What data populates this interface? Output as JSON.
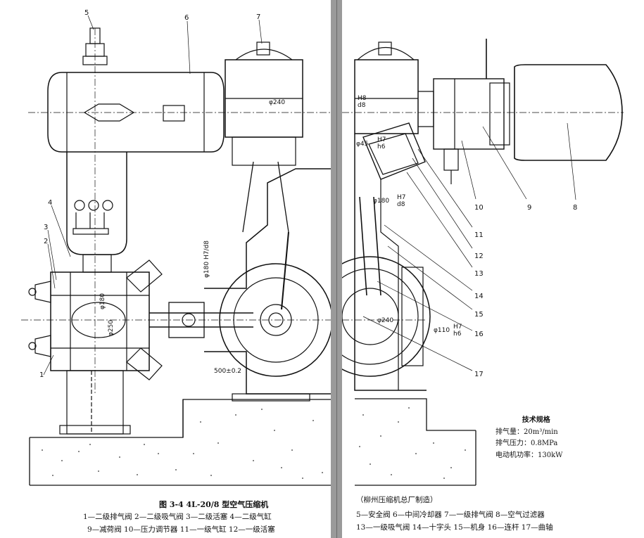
{
  "left_page": {
    "figure_title": "图 3-4   4L-20/8 型空气压缩机",
    "legend_line_1": "1—二级排气阀   2—二级吸气阀   3—二级活塞   4—二级气缸",
    "legend_line_2": "9—减荷阀   10—压力调节器   11—一级气缸   12—一级活塞",
    "part_numbers": [
      "5",
      "6",
      "7",
      "4",
      "3",
      "2",
      "1"
    ],
    "dimensions": {
      "phi240": "φ240",
      "phi180": "φ180",
      "fit_h7": "H7",
      "fit_d8": "d8",
      "phi180_frac": "φ180 H7/d8",
      "phi250": "φ250",
      "phi180_top": "φ180",
      "span": "500±0.2"
    }
  },
  "right_page": {
    "maker": "（柳州压缩机总厂制造）",
    "legend_line_1": "5—安全阀   6—中间冷却器   7—一级排气阀   8—空气过滤器",
    "legend_line_2": "13—一级吸气阀   14—十字头   15—机身   16—连杆   17—曲轴",
    "part_numbers": [
      "10",
      "9",
      "8",
      "11",
      "12",
      "13",
      "14",
      "15",
      "16",
      "17"
    ],
    "dimensions": {
      "h8": "H8",
      "d8": "d8",
      "phi45": "φ45",
      "h7": "H7",
      "h6": "h6",
      "phi180": "φ180",
      "phi180_h7": "H7",
      "phi180_d8": "d8",
      "phi240": "φ240",
      "phi110": "φ110",
      "phi110_h7": "H7",
      "phi110_h6": "h6"
    },
    "specs": {
      "title": "技术规格",
      "flow": "排气量：20m³/min",
      "pressure": "排气压力：0.8MPa",
      "motor": "电动机功率：130kW"
    }
  }
}
